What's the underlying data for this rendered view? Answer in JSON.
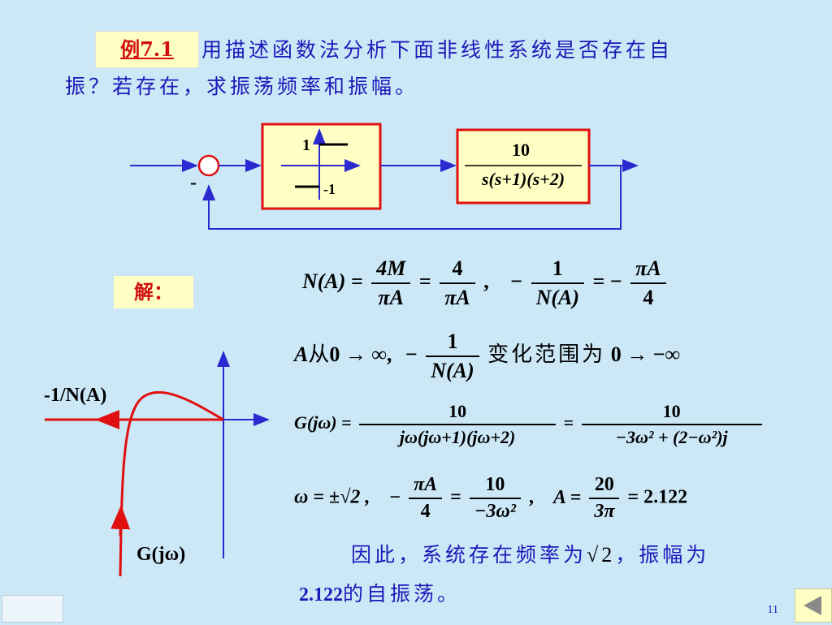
{
  "header": {
    "example_label": "例7.1",
    "problem_line1": "用描述函数法分析下面非线性系统是否存在自",
    "problem_line2": "振？若存在，求振荡频率和振幅。"
  },
  "block_diagram": {
    "minus_sign": "-",
    "relay_high": "1",
    "relay_low": "-1",
    "plant_num": "10",
    "plant_den": "s(s+1)(s+2)"
  },
  "solution": {
    "label": "解：",
    "eq1_lhs": "N(A) =",
    "eq1_f1_num": "4M",
    "eq1_f1_den": "πA",
    "eq1_eq": "=",
    "eq1_f2_num": "4",
    "eq1_f2_den": "πA",
    "eq1_sep": ",",
    "eq1_f3_pre": "−",
    "eq1_f3_num": "1",
    "eq1_f3_den": "N(A)",
    "eq1_f4_pre": "= −",
    "eq1_f4_num": "πA",
    "eq1_f4_den": "4",
    "eq2_a": "A",
    "eq2_cong": "从",
    "eq2_range": "0 → ∞,",
    "eq2_minus": "−",
    "eq2_num": "1",
    "eq2_den": "N(A)",
    "eq2_text": "变化范围为",
    "eq2_result": "0 → −∞",
    "eq3_lhs": "G(jω) =",
    "eq3_f1_num": "10",
    "eq3_f1_den": "jω(jω+1)(jω+2)",
    "eq3_eq": "=",
    "eq3_f2_num": "10",
    "eq3_f2_den": "−3ω² + (2−ω²)j",
    "eq4_omega": "ω = ±√2 ,",
    "eq4_minus": "−",
    "eq4_f1_num": "πA",
    "eq4_f1_den": "4",
    "eq4_eq": "=",
    "eq4_f2_num": "10",
    "eq4_f2_den": "−3ω²",
    "eq4_sep": ",",
    "eq4_a": "A =",
    "eq4_f3_num": "20",
    "eq4_f3_den": "3π",
    "eq4_result": "= 2.122",
    "concl_line1": "因此，系统存在频率为",
    "concl_sqrt": "√2",
    "concl_line1b": "，振幅为",
    "concl_amp": "2.122",
    "concl_line2": "的自振荡。"
  },
  "graph": {
    "label_nyquist_inv": "-1/N(A)",
    "label_g": "G(jω)"
  },
  "footer": {
    "page_number": "11"
  },
  "colors": {
    "accent_red": "#e01010",
    "axis_blue": "#2a2ad0",
    "highlight": "#ffffc4",
    "background": "#cce8f7"
  }
}
